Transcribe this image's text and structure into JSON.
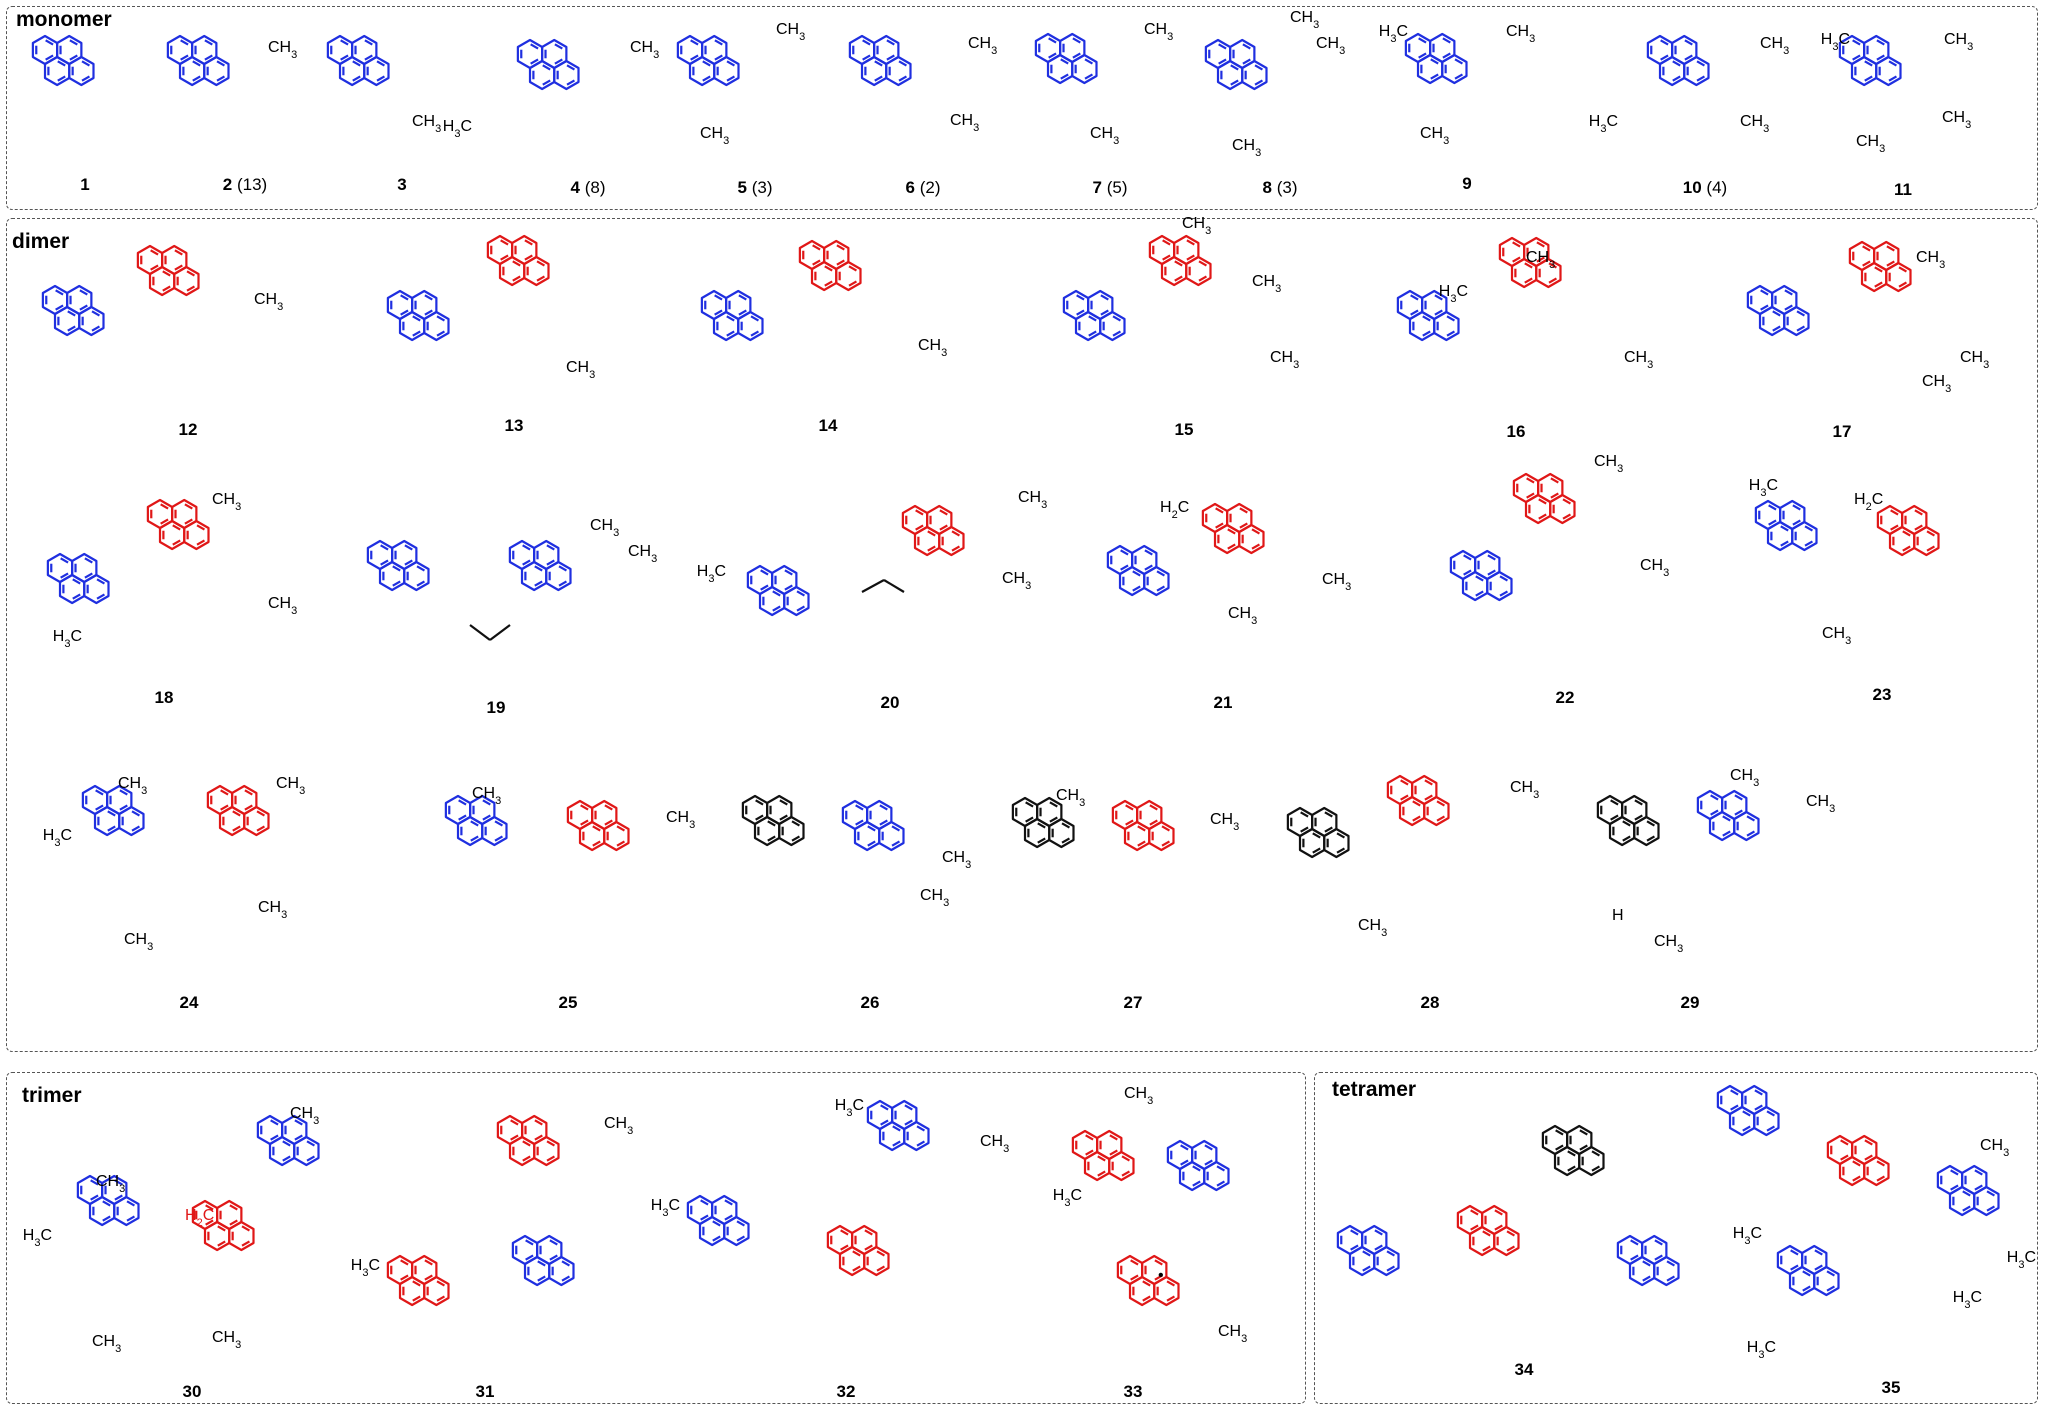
{
  "panels": {
    "monomer": "monomer",
    "dimer": "dimer",
    "trimer": "trimer",
    "tetramer": "tetramer"
  },
  "colors": {
    "blue": "#1f2fe0",
    "red": "#e01717",
    "black": "#111111"
  },
  "substituents": {
    "methyl": "CH",
    "methyl_sub": "3",
    "methyl_left": "H",
    "methyl_left_sub": "3",
    "methyl_left_tail": "C",
    "methylene": "H",
    "methylene_sub": "2",
    "methylene_tail": "C",
    "hydrogen": "H",
    "radical": "•"
  },
  "compounds": [
    {
      "num": "1",
      "yield": ""
    },
    {
      "num": "2",
      "yield": "(13)"
    },
    {
      "num": "3",
      "yield": ""
    },
    {
      "num": "4",
      "yield": "(8)"
    },
    {
      "num": "5",
      "yield": "(3)"
    },
    {
      "num": "6",
      "yield": "(2)"
    },
    {
      "num": "7",
      "yield": "(5)"
    },
    {
      "num": "8",
      "yield": "(3)"
    },
    {
      "num": "9",
      "yield": ""
    },
    {
      "num": "10",
      "yield": "(4)"
    },
    {
      "num": "11",
      "yield": ""
    },
    {
      "num": "12",
      "yield": ""
    },
    {
      "num": "13",
      "yield": ""
    },
    {
      "num": "14",
      "yield": ""
    },
    {
      "num": "15",
      "yield": ""
    },
    {
      "num": "16",
      "yield": ""
    },
    {
      "num": "17",
      "yield": ""
    },
    {
      "num": "18",
      "yield": ""
    },
    {
      "num": "19",
      "yield": ""
    },
    {
      "num": "20",
      "yield": ""
    },
    {
      "num": "21",
      "yield": ""
    },
    {
      "num": "22",
      "yield": ""
    },
    {
      "num": "23",
      "yield": ""
    },
    {
      "num": "24",
      "yield": ""
    },
    {
      "num": "25",
      "yield": ""
    },
    {
      "num": "26",
      "yield": ""
    },
    {
      "num": "27",
      "yield": ""
    },
    {
      "num": "28",
      "yield": ""
    },
    {
      "num": "29",
      "yield": ""
    },
    {
      "num": "30",
      "yield": ""
    },
    {
      "num": "31",
      "yield": ""
    },
    {
      "num": "32",
      "yield": ""
    },
    {
      "num": "33",
      "yield": ""
    },
    {
      "num": "34",
      "yield": ""
    },
    {
      "num": "35",
      "yield": ""
    }
  ]
}
